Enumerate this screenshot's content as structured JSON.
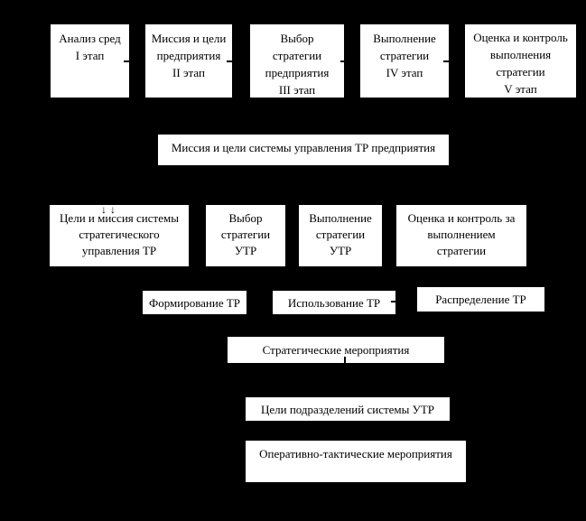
{
  "colors": {
    "background": "#000000",
    "box_fill": "#ffffff",
    "line": "#000000"
  },
  "top_row": [
    {
      "lines": [
        "Анализ сред",
        "I этап"
      ]
    },
    {
      "lines": [
        "Миссия и цели",
        "предприятия",
        "II этап"
      ]
    },
    {
      "lines": [
        "Выбор",
        "стратегии",
        "предприятия",
        "III этап"
      ]
    },
    {
      "lines": [
        "Выполнение",
        "стратегии",
        "IV этап"
      ]
    },
    {
      "lines": [
        "Оценка и контроль",
        "выполнения",
        "стратегии",
        "V этап"
      ]
    }
  ],
  "mission_banner": {
    "text": "Миссия и цели системы управления ТР предприятия"
  },
  "strategy_row": [
    {
      "lines": [
        "Цели и миссия системы",
        "стратегического",
        "управления ТР"
      ]
    },
    {
      "lines": [
        "Выбор",
        "стратегии",
        "УТР"
      ]
    },
    {
      "lines": [
        "Выполнение",
        "стратегии",
        "УТР"
      ]
    },
    {
      "lines": [
        "Оценка и контроль за",
        "выполнением",
        "стратегии"
      ]
    }
  ],
  "resource_row": [
    {
      "label": "Формирование ТР"
    },
    {
      "label": "Использование ТР"
    },
    {
      "label": "Распределение ТР"
    }
  ],
  "banners": {
    "strategic": "Стратегические мероприятия",
    "division_goals": "Цели подразделений системы УТР",
    "operational": "Оперативно-тактические мероприятия"
  },
  "icons": {
    "down_arrows": "↓↓"
  }
}
